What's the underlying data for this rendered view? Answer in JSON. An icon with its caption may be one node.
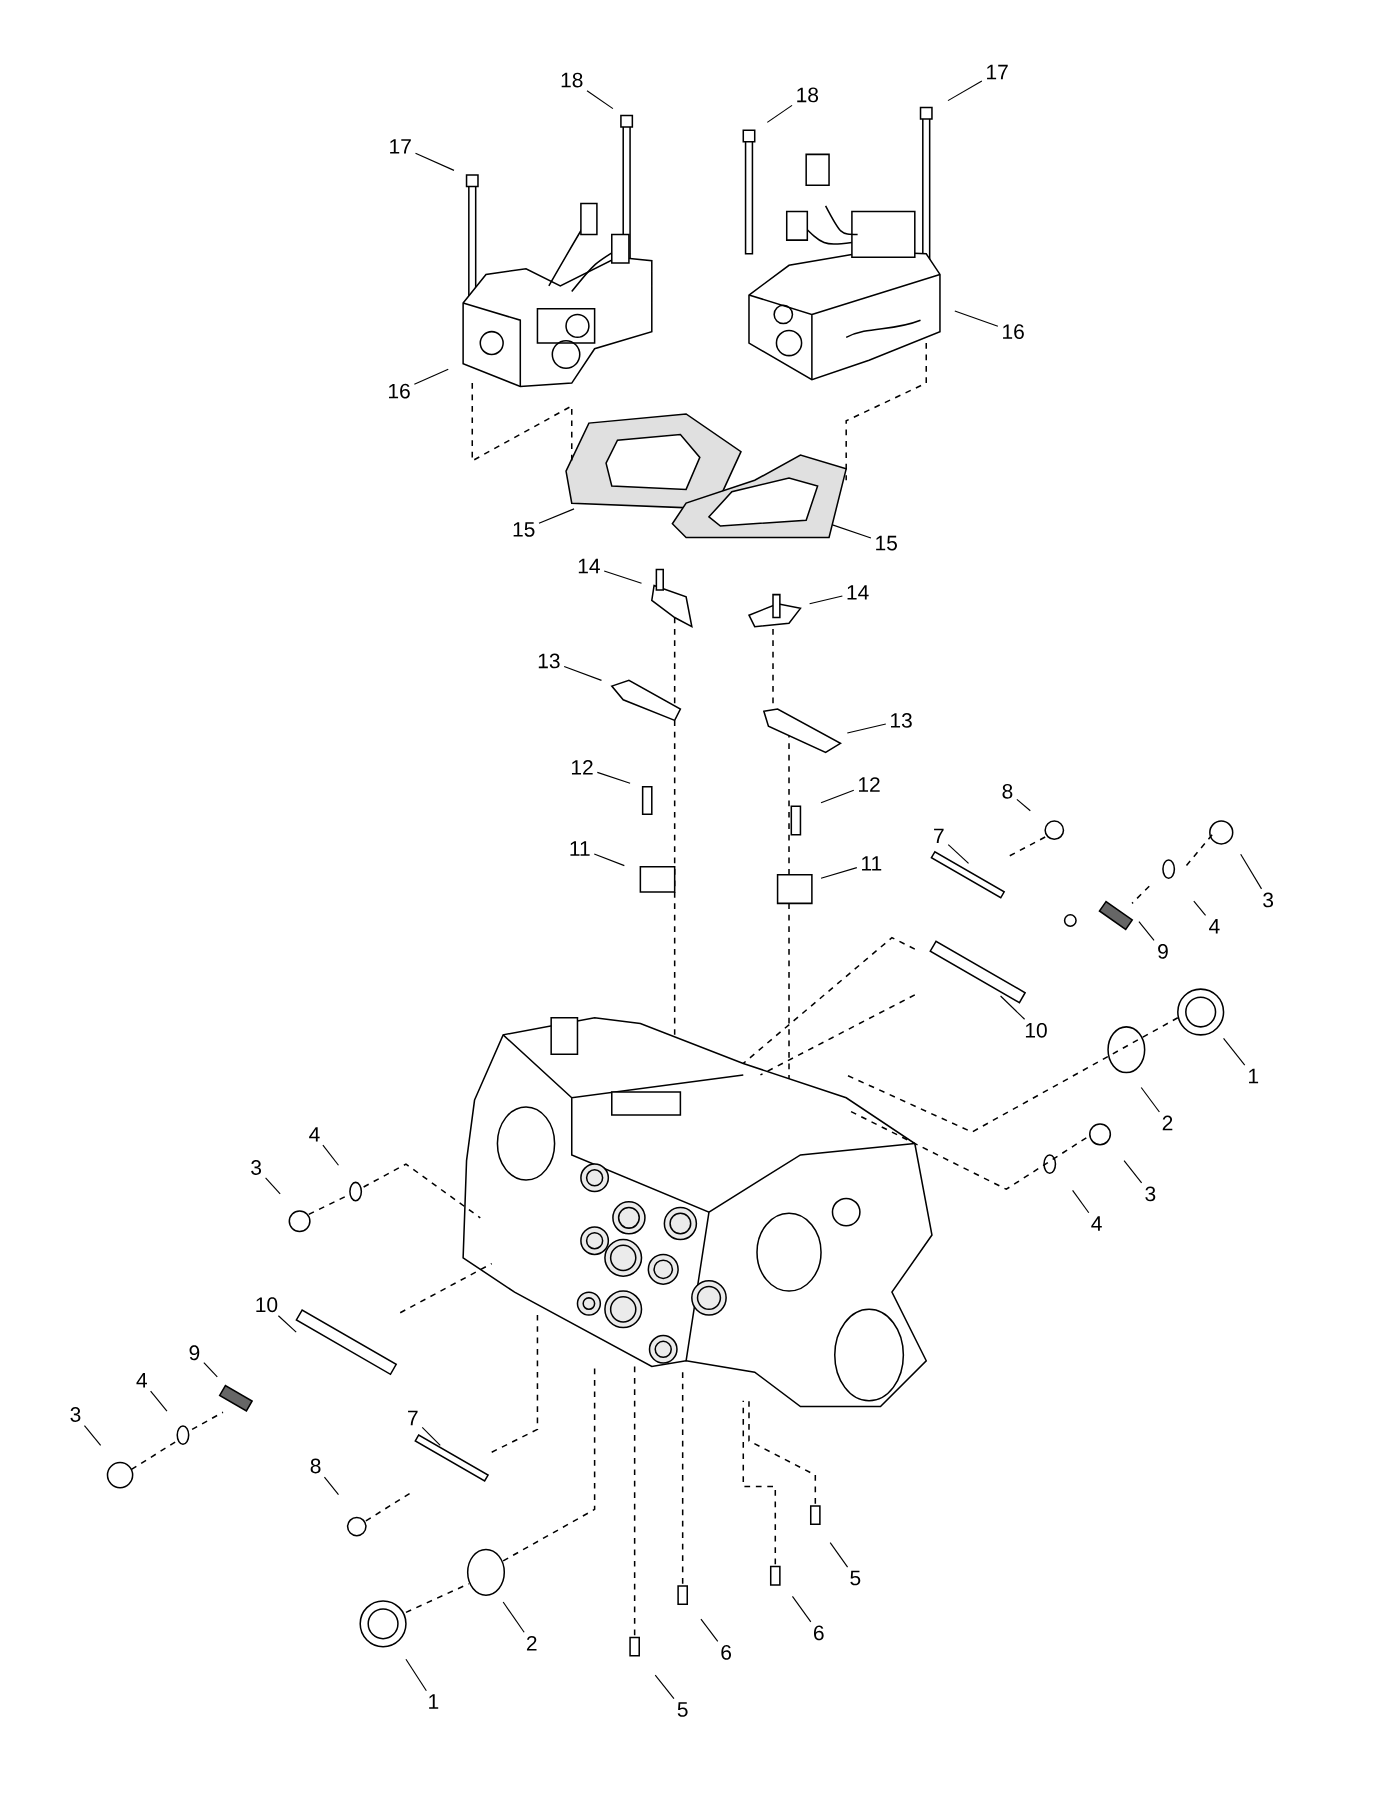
{
  "diagram": {
    "nodes": [
      {
        "text": [
          "17"
        ]
      },
      {
        "text": [
          "18"
        ]
      },
      {
        "text": [
          "18"
        ]
      },
      {
        "text": [
          "17"
        ]
      },
      {
        "text": [
          "16"
        ]
      },
      {
        "text": [
          "16"
        ]
      },
      {
        "text": [
          "15"
        ]
      },
      {
        "text": [
          "15"
        ]
      },
      {
        "text": [
          "14"
        ]
      },
      {
        "text": [
          "14"
        ]
      },
      {
        "text": [
          "13"
        ]
      },
      {
        "text": [
          "13"
        ]
      },
      {
        "text": [
          "12"
        ]
      },
      {
        "text": [
          "12"
        ]
      },
      {
        "text": [
          "8"
        ]
      },
      {
        "text": [
          "11"
        ]
      },
      {
        "text": [
          "11"
        ]
      },
      {
        "text": [
          "7"
        ]
      },
      {
        "text": [
          "3"
        ]
      },
      {
        "text": [
          "4"
        ]
      },
      {
        "text": [
          "9"
        ]
      },
      {
        "text": [
          "10"
        ]
      },
      {
        "text": [
          "1"
        ]
      },
      {
        "text": [
          "2"
        ]
      },
      {
        "text": [
          "4"
        ]
      },
      {
        "text": [
          "3"
        ]
      },
      {
        "text": [
          "3"
        ]
      },
      {
        "text": [
          "4"
        ]
      },
      {
        "text": [
          "10"
        ]
      },
      {
        "text": [
          "9"
        ]
      },
      {
        "text": [
          "4"
        ]
      },
      {
        "text": [
          "3"
        ]
      },
      {
        "text": [
          "7"
        ]
      },
      {
        "text": [
          "8"
        ]
      },
      {
        "text": [
          "5"
        ]
      },
      {
        "text": [
          "6"
        ]
      },
      {
        "text": [
          "2"
        ]
      },
      {
        "text": [
          "6"
        ]
      },
      {
        "text": [
          "1"
        ]
      },
      {
        "text": [
          "5"
        ]
      }
    ],
    "edges": [
      {
        "from": 0,
        "to": null,
        "arrow": "none"
      },
      {
        "from": 1,
        "to": null,
        "arrow": "none"
      },
      {
        "from": 2,
        "to": null,
        "arrow": "none"
      },
      {
        "from": 3,
        "to": null,
        "arrow": "none"
      },
      {
        "from": 4,
        "to": null,
        "arrow": "none"
      },
      {
        "from": 5,
        "to": null,
        "arrow": "none"
      },
      {
        "from": 6,
        "to": null,
        "arrow": "none"
      },
      {
        "from": 7,
        "to": null,
        "arrow": "none"
      },
      {
        "from": 8,
        "to": null,
        "arrow": "none"
      },
      {
        "from": 9,
        "to": null,
        "arrow": "none"
      },
      {
        "from": 10,
        "to": null,
        "arrow": "none"
      },
      {
        "from": 11,
        "to": null,
        "arrow": "none"
      },
      {
        "from": 12,
        "to": null,
        "arrow": "none"
      },
      {
        "from": 13,
        "to": null,
        "arrow": "none"
      },
      {
        "from": 14,
        "to": null,
        "arrow": "none"
      },
      {
        "from": 15,
        "to": null,
        "arrow": "none"
      },
      {
        "from": 16,
        "to": null,
        "arrow": "none"
      },
      {
        "from": 17,
        "to": null,
        "arrow": "none"
      },
      {
        "from": 18,
        "to": null,
        "arrow": "none"
      },
      {
        "from": 19,
        "to": null,
        "arrow": "none"
      },
      {
        "from": 20,
        "to": null,
        "arrow": "none"
      },
      {
        "from": 21,
        "to": null,
        "arrow": "none"
      },
      {
        "from": 22,
        "to": null,
        "arrow": "none"
      },
      {
        "from": 23,
        "to": null,
        "arrow": "none"
      },
      {
        "from": 24,
        "to": null,
        "arrow": "none"
      },
      {
        "from": 25,
        "to": null,
        "arrow": "none"
      },
      {
        "from": 26,
        "to": null,
        "arrow": "none"
      },
      {
        "from": 27,
        "to": null,
        "arrow": "none"
      },
      {
        "from": 28,
        "to": null,
        "arrow": "none"
      },
      {
        "from": 29,
        "to": null,
        "arrow": "none"
      },
      {
        "from": 30,
        "to": null,
        "arrow": "none"
      },
      {
        "from": 31,
        "to": null,
        "arrow": "none"
      },
      {
        "from": 32,
        "to": null,
        "arrow": "none"
      },
      {
        "from": 33,
        "to": null,
        "arrow": "none"
      },
      {
        "from": 34,
        "to": null,
        "arrow": "none"
      },
      {
        "from": 35,
        "to": null,
        "arrow": "none"
      },
      {
        "from": 36,
        "to": null,
        "arrow": "none"
      },
      {
        "from": 37,
        "to": null,
        "arrow": "none"
      },
      {
        "from": 38,
        "to": null,
        "arrow": "none"
      },
      {
        "from": 39,
        "to": null,
        "arrow": "none"
      }
    ]
  }
}
